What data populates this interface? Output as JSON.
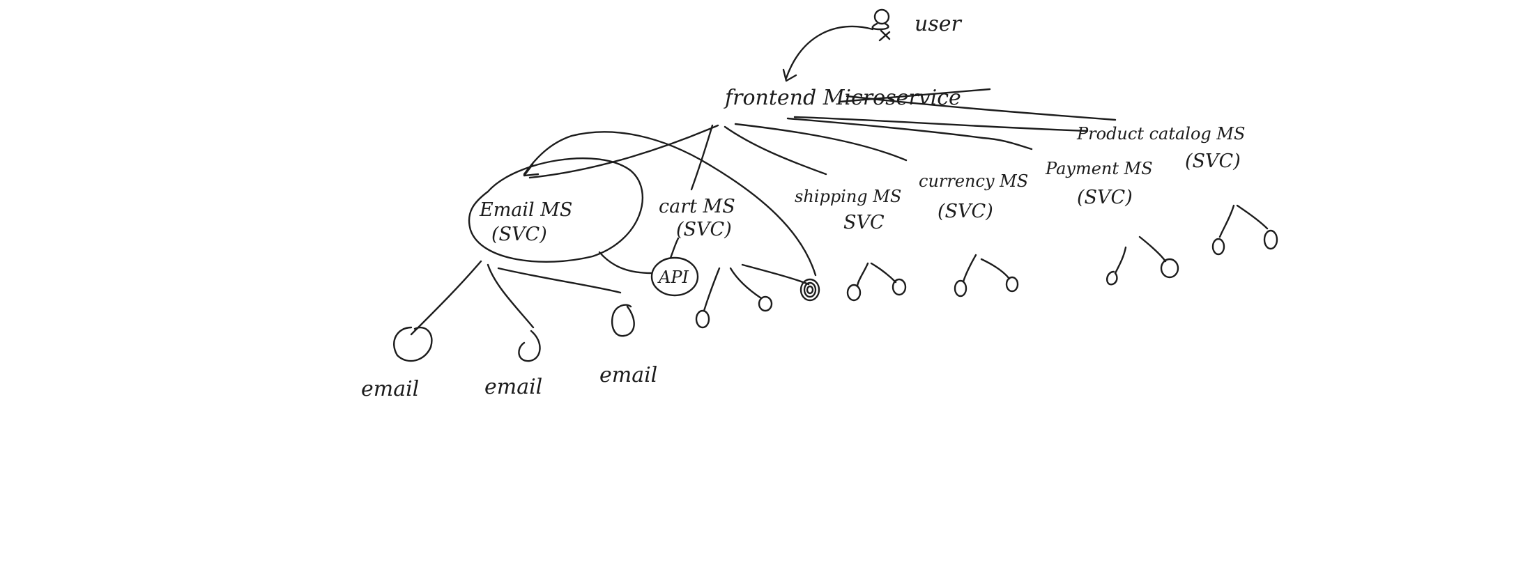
{
  "diagram": {
    "user_label": "user",
    "frontend_label": "frontend Microservice",
    "services": [
      {
        "name": "Email MS",
        "sub": "(SVC)"
      },
      {
        "name": "cart MS",
        "sub": "(SVC)"
      },
      {
        "name": "shipping MS",
        "sub": "SVC"
      },
      {
        "name": "currency MS",
        "sub": "(SVC)"
      },
      {
        "name": "Payment MS",
        "sub": "(SVC)"
      },
      {
        "name": "Product catalog MS",
        "sub": "(SVC)"
      }
    ],
    "api_label": "API",
    "email_pods": [
      "email",
      "email",
      "email"
    ]
  }
}
